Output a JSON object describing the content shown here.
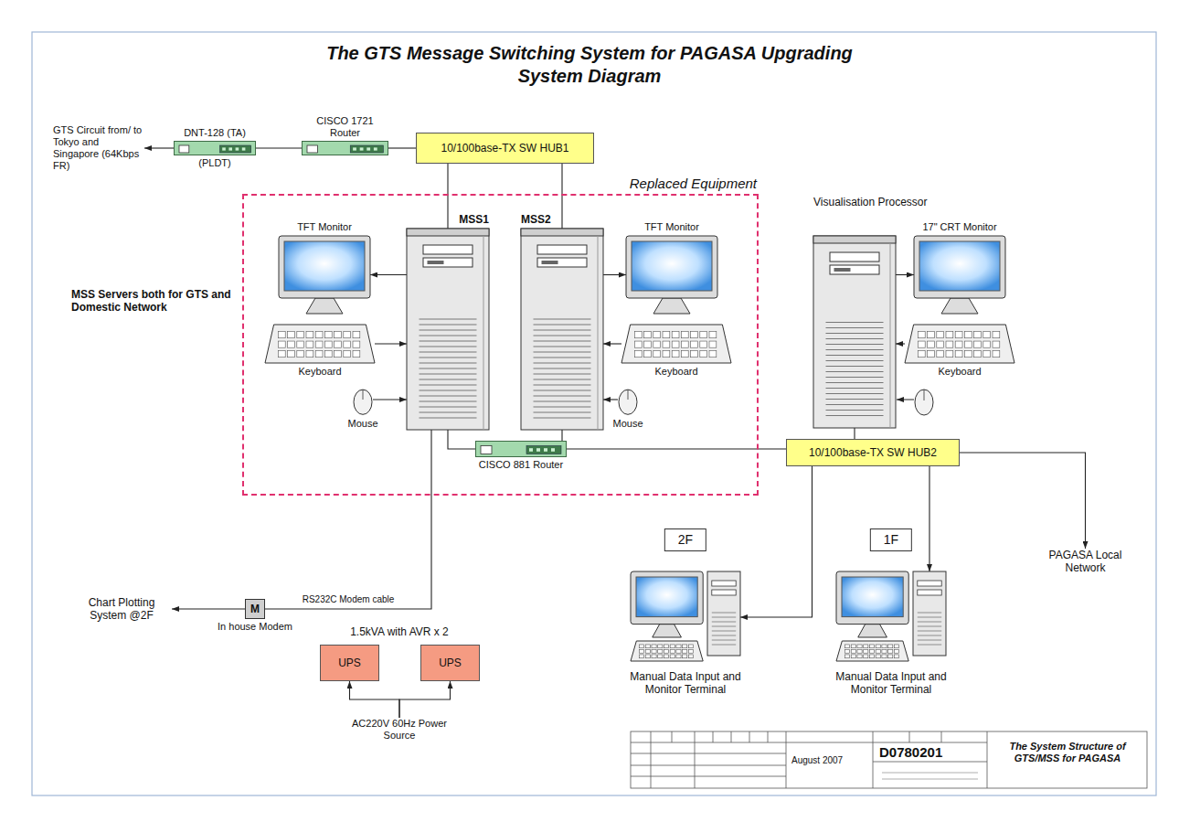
{
  "diagram": {
    "title": "The GTS Message Switching System for PAGASA Upgrading System Diagram",
    "nodes": [
      {
        "text": [
          "GTS Circuit from/ to Tokyo and Singapore (64Kbps FR)"
        ]
      },
      {
        "text": [
          "DNT-128 (TA)",
          "(PLDT)"
        ]
      },
      {
        "text": [
          "CISCO 1721 Router"
        ]
      },
      {
        "text": [
          "10/100base-TX SW HUB1"
        ]
      },
      {
        "text": [
          "Replaced Equipment"
        ]
      },
      {
        "text": [
          "MSS1"
        ],
        "in": 4
      },
      {
        "text": [
          "TFT Monitor"
        ],
        "in": 4
      },
      {
        "text": [
          "Keyboard"
        ],
        "in": 4
      },
      {
        "text": [
          "Mouse"
        ],
        "in": 4
      },
      {
        "text": [
          "MSS2"
        ],
        "in": 4
      },
      {
        "text": [
          "TFT Monitor"
        ],
        "in": 4
      },
      {
        "text": [
          "Keyboard"
        ],
        "in": 4
      },
      {
        "text": [
          "Mouse"
        ],
        "in": 4
      },
      {
        "text": [
          "CISCO 881 Router"
        ],
        "in": 4
      },
      {
        "text": [
          "Visualisation Processor"
        ]
      },
      {
        "text": [
          "17\" CRT Monitor"
        ]
      },
      {
        "text": [
          "Keyboard"
        ]
      },
      {
        "text": [
          "10/100base-TX SW HUB2"
        ]
      },
      {
        "text": [
          "2F",
          "Manual Data Input and Monitor Terminal"
        ]
      },
      {
        "text": [
          "1F",
          "Manual Data Input and Monitor Terminal"
        ]
      },
      {
        "text": [
          "PAGASA Local Network"
        ]
      },
      {
        "text": [
          "M",
          "In house Modem"
        ]
      },
      {
        "text": [
          "Chart Plotting System @2F"
        ]
      },
      {
        "text": [
          "UPS"
        ]
      },
      {
        "text": [
          "UPS"
        ]
      },
      {
        "text": [
          "AC220V 60Hz Power Source"
        ]
      }
    ],
    "edges": [
      {
        "from": 1,
        "to": 0,
        "arrow": "to"
      },
      {
        "from": 1,
        "to": 2,
        "arrow": "none"
      },
      {
        "from": 2,
        "to": 3,
        "arrow": "none"
      },
      {
        "from": 3,
        "to": 5,
        "arrow": "none"
      },
      {
        "from": 3,
        "to": 9,
        "arrow": "none"
      },
      {
        "from": 5,
        "to": 6,
        "arrow": "to"
      },
      {
        "from": 7,
        "to": 5,
        "arrow": "to"
      },
      {
        "from": 8,
        "to": 5,
        "arrow": "to"
      },
      {
        "from": 9,
        "to": 10,
        "arrow": "to"
      },
      {
        "from": 11,
        "to": 9,
        "arrow": "to"
      },
      {
        "from": 12,
        "to": 9,
        "arrow": "to"
      },
      {
        "from": 5,
        "to": 13,
        "arrow": "none"
      },
      {
        "from": 9,
        "to": 13,
        "arrow": "none"
      },
      {
        "from": 13,
        "to": 17,
        "arrow": "none"
      },
      {
        "from": 14,
        "to": 17,
        "arrow": "none"
      },
      {
        "from": 14,
        "to": 15,
        "arrow": "to"
      },
      {
        "from": 16,
        "to": 14,
        "arrow": "to"
      },
      {
        "from": 17,
        "to": 18,
        "arrow": "to"
      },
      {
        "from": 17,
        "to": 19,
        "arrow": "to"
      },
      {
        "from": 17,
        "to": 20,
        "arrow": "to"
      },
      {
        "from": 5,
        "to": 21,
        "label": "RS232C Modem cable",
        "arrow": "none"
      },
      {
        "from": 21,
        "to": 22,
        "arrow": "to"
      },
      {
        "from": 25,
        "to": 23,
        "arrow": "to"
      },
      {
        "from": 25,
        "to": 24,
        "arrow": "to"
      }
    ],
    "labels": [
      "MSS Servers both for GTS and Domestic Network",
      "1.5kVA with AVR x 2",
      "August 2007",
      "D0780201",
      "The System Structure of GTS/MSS for PAGASA"
    ]
  }
}
